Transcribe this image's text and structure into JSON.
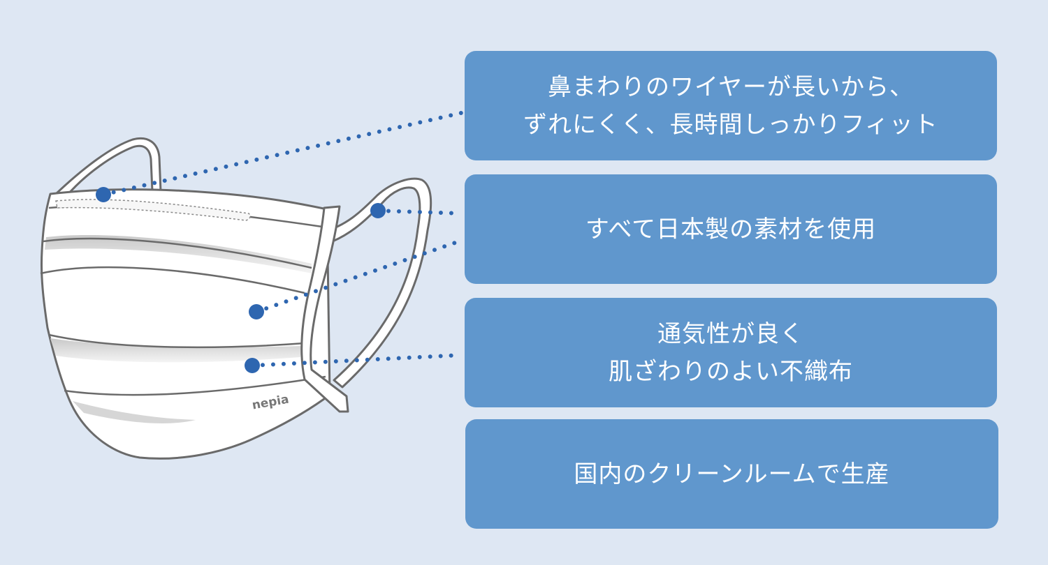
{
  "features": [
    {
      "lines": [
        "鼻まわりのワイヤーが長いから、",
        "ずれにくく、長時間しっかりフィット"
      ]
    },
    {
      "lines": [
        "すべて日本製の素材を使用"
      ]
    },
    {
      "lines": [
        "通気性が良く",
        "肌ざわりのよい不織布"
      ]
    },
    {
      "lines": [
        "国内のクリーンルームで生産"
      ]
    }
  ],
  "mask": {
    "brand": "nepia"
  },
  "colors": {
    "background": "#dee7f3",
    "box": "#6097cd",
    "dot": "#2e66b0",
    "outline": "#6a6a6a"
  }
}
